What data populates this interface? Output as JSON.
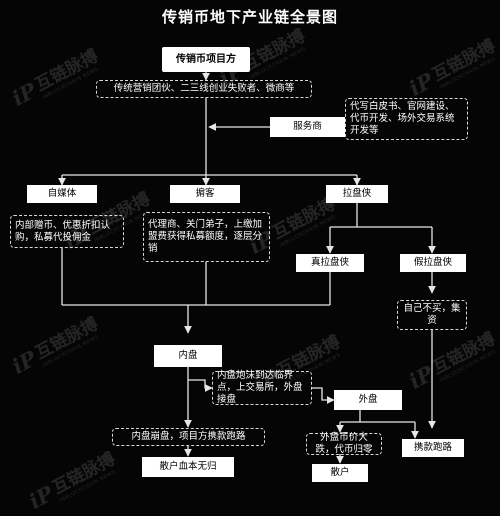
{
  "title": "传销币地下产业链全景图",
  "nodes": {
    "project_side": "传销币项目方",
    "origin_teams": "传统营销团伙、二三线创业失败者、微商等",
    "service_provider": "服务商",
    "services": "代写白皮书、官网建设、代币开发、场外交易系统开发等",
    "self_media": "自媒体",
    "broker": "掮客",
    "pump_dump": "拉盘侠",
    "self_media_desc": "内部赠币、优惠折扣认购，私募代投佣金",
    "broker_desc": "代理商、关门弟子，上缴加盟费获得私募额度，逐层分销",
    "real_pump": "真拉盘侠",
    "fake_pump": "假拉盘侠",
    "fake_pump_desc": "自己不买，集资",
    "inner_market": "内盘",
    "inner_exit": "内盘崩盘，项目方携款跑路",
    "inner_loss": "散户血本无归",
    "listing_note": "内盘炮沫到达临界点，上交易所，外盘接盘",
    "outer_market": "外盘",
    "outer_crash": "外盘币价大跌，代币归零",
    "abscond": "携款跑路",
    "outer_loss": "散户"
  },
  "watermark": {
    "logo": "iP",
    "text": "互链脉搏",
    "sub": "INBLOCKCHAIN.NEWS"
  },
  "colors": {
    "background": "#050505",
    "box_fill": "#ffffff",
    "line": "#e6e6e6"
  }
}
